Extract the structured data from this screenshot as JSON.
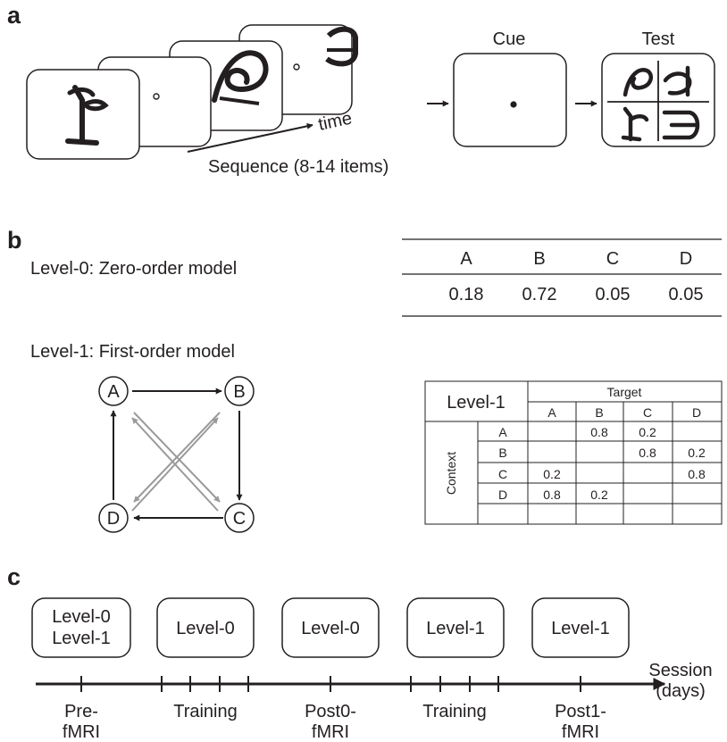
{
  "panel_a": {
    "label": "a",
    "time_label": "time",
    "sequence_label": "Sequence (8-14 items)",
    "cue_label": "Cue",
    "test_label": "Test"
  },
  "panel_b": {
    "label": "b",
    "level0_title": "Level-0: Zero-order model",
    "level0_table": {
      "headers": [
        "A",
        "B",
        "C",
        "D"
      ],
      "values": [
        "0.18",
        "0.72",
        "0.05",
        "0.05"
      ]
    },
    "level1_title": "Level-1: First-order model",
    "graph_nodes": [
      "A",
      "B",
      "C",
      "D"
    ],
    "level1_table": {
      "corner_label": "Level-1",
      "target_label": "Target",
      "context_label": "Context",
      "columns": [
        "A",
        "B",
        "C",
        "D"
      ],
      "rows": [
        {
          "context": "A",
          "cells": [
            "",
            "0.8",
            "0.2",
            ""
          ]
        },
        {
          "context": "B",
          "cells": [
            "",
            "",
            "0.8",
            "0.2"
          ]
        },
        {
          "context": "C",
          "cells": [
            "0.2",
            "",
            "",
            "0.8"
          ]
        },
        {
          "context": "D",
          "cells": [
            "0.8",
            "0.2",
            "",
            ""
          ]
        }
      ]
    }
  },
  "panel_c": {
    "label": "c",
    "sessions": [
      {
        "lines": [
          "Level-0",
          "Level-1"
        ]
      },
      {
        "lines": [
          "Level-0"
        ]
      },
      {
        "lines": [
          "Level-0"
        ]
      },
      {
        "lines": [
          "Level-1"
        ]
      },
      {
        "lines": [
          "Level-1"
        ]
      }
    ],
    "axis_label_line1": "Session",
    "axis_label_line2": "(days)",
    "stages": [
      {
        "line1": "Pre-",
        "line2": "fMRI"
      },
      {
        "line1": "Training",
        "line2": ""
      },
      {
        "line1": "Post0-",
        "line2": "fMRI"
      },
      {
        "line1": "Training",
        "line2": ""
      },
      {
        "line1": "Post1-",
        "line2": "fMRI"
      }
    ]
  }
}
